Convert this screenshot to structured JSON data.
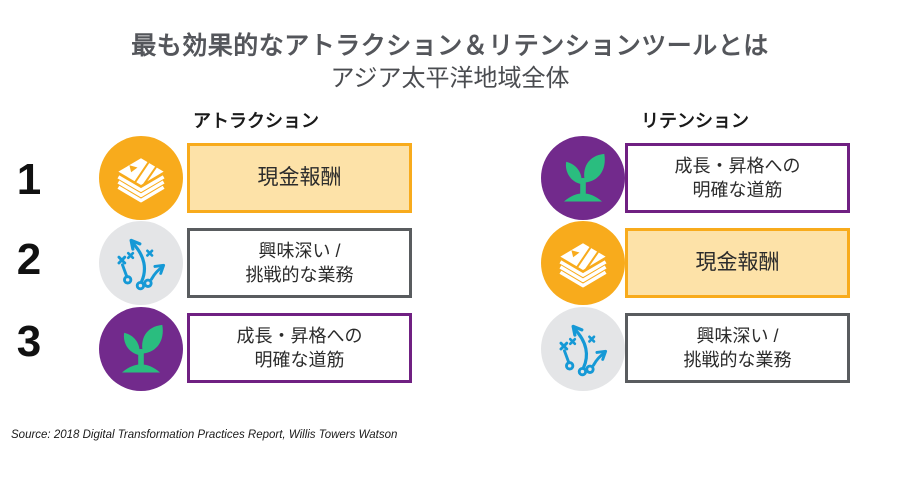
{
  "title": "最も効果的なアトラクション＆リテンションツールとは",
  "subtitle": "アジア太平洋地域全体",
  "ranks": [
    "1",
    "2",
    "3"
  ],
  "columns": [
    {
      "header": "アトラクション",
      "items": [
        {
          "rank": "1",
          "label": "現金報酬",
          "icon": "cash-stack-icon",
          "theme": "gold"
        },
        {
          "rank": "2",
          "label": "興味深い /\n挑戦的な業務",
          "icon": "strategy-play-icon",
          "theme": "gray"
        },
        {
          "rank": "3",
          "label": "成長・昇格への\n明確な道筋",
          "icon": "growth-plant-icon",
          "theme": "purple"
        }
      ]
    },
    {
      "header": "リテンション",
      "items": [
        {
          "rank": "1",
          "label": "成長・昇格への\n明確な道筋",
          "icon": "growth-plant-icon",
          "theme": "purple"
        },
        {
          "rank": "2",
          "label": "現金報酬",
          "icon": "cash-stack-icon",
          "theme": "gold"
        },
        {
          "rank": "3",
          "label": "興味深い /\n挑戦的な業務",
          "icon": "strategy-play-icon",
          "theme": "gray"
        }
      ]
    }
  ],
  "source": "Source: 2018 Digital Transformation Practices Report, Willis Towers Watson",
  "colors": {
    "gold": "#F8AB1C",
    "gold_fill": "#FDE2A8",
    "purple_border": "#702082",
    "purple_circle": "#722A8C",
    "gray_border": "#595C5F",
    "gray_circle": "#E4E5E7",
    "teal_icon": "#1599D6",
    "green_icon": "#2ABD7F",
    "title_text": "#54565B"
  }
}
